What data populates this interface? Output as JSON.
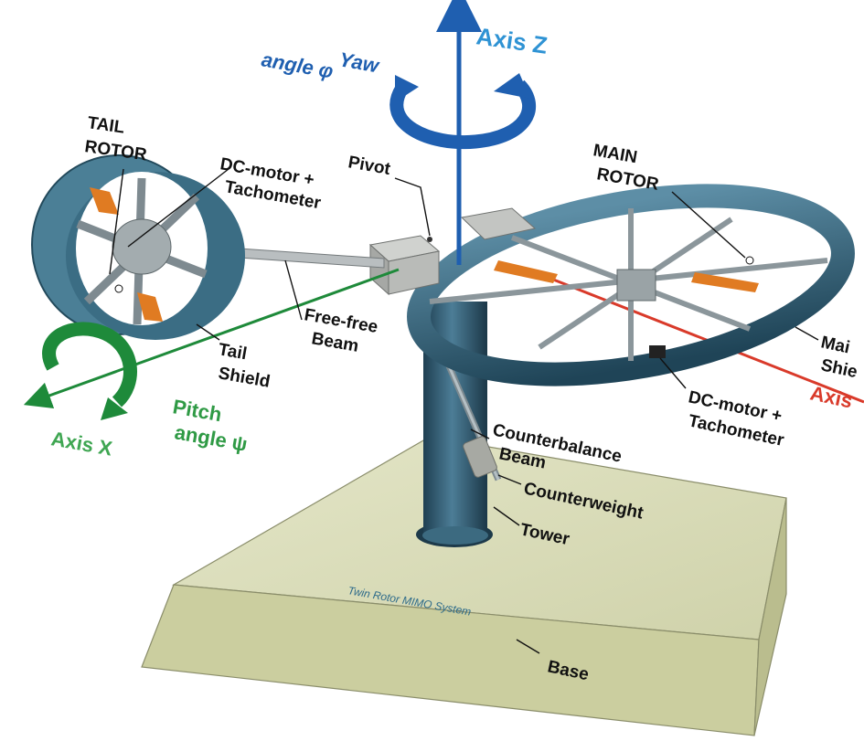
{
  "labels": {
    "axis_z": "Axis Z",
    "yaw_line1": "Yaw",
    "yaw_line2": "angle φ",
    "tail_rotor_1": "TAIL",
    "tail_rotor_2": "ROTOR",
    "dc_tail_1": "DC-motor +",
    "dc_tail_2": "Tachometer",
    "pivot": "Pivot",
    "main_rotor_1": "MAIN",
    "main_rotor_2": "ROTOR",
    "free_beam_1": "Free-free",
    "free_beam_2": "Beam",
    "tail_shield_1": "Tail",
    "tail_shield_2": "Shield",
    "main_shield_1": "Mai",
    "main_shield_2": "Shie",
    "axis_y": "Axis",
    "dc_main_1": "DC-motor +",
    "dc_main_2": "Tachometer",
    "axis_x": "Axis X",
    "pitch_1": "Pitch",
    "pitch_2": "angle ψ",
    "counterbalance_1": "Counterbalance",
    "counterbalance_2": "Beam",
    "counterweight": "Counterweight",
    "tower": "Tower",
    "base": "Base",
    "base_inscription": "Twin Rotor MIMO System"
  },
  "colors": {
    "axis_z": "#1f5fb0",
    "axis_z_text": "#2f93d4",
    "axis_x": "#1e8a3a",
    "axis_y": "#d93a2a",
    "steel": "#3f6f86",
    "steel_dark": "#234a5c",
    "base": "#d9dcb8",
    "blade": "#e07b22"
  }
}
